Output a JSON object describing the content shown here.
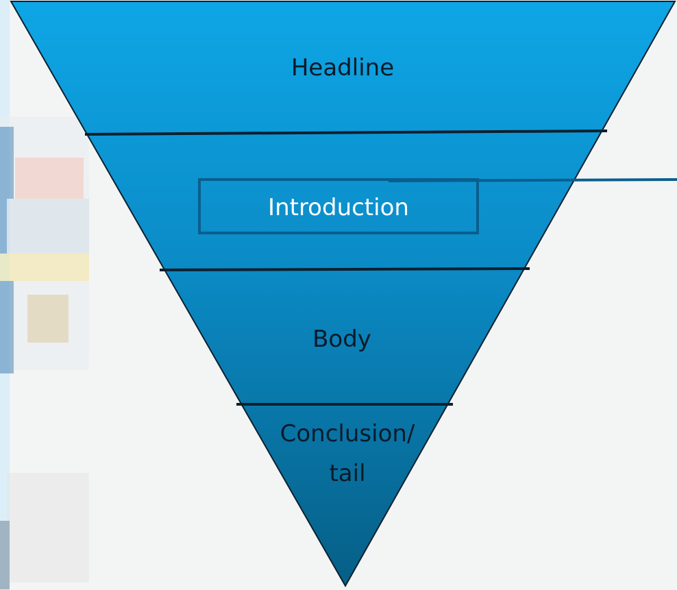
{
  "diagram": {
    "layers": [
      {
        "label": "Headline"
      },
      {
        "label": "Introduction"
      },
      {
        "label": "Body"
      },
      {
        "label": "Conclusion/",
        "label_line2": "tail"
      }
    ]
  },
  "colors": {
    "pyramid_top": "#0ea6e6",
    "pyramid_bottom": "#065f86",
    "divider": "#0d1f2e",
    "highlight_box_border": "#0a5e8e",
    "background": "#f3f4f4"
  }
}
